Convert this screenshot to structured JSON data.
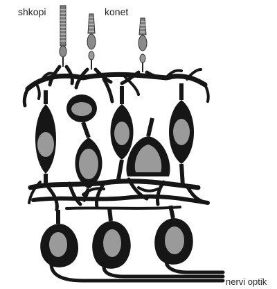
{
  "labels": {
    "rods": "shkopi",
    "cones": "konet",
    "optic_nerve": "nervi optik"
  },
  "colors": {
    "cell_fill": "#161616",
    "nucleus_fill": "#9a9a9a",
    "photoreceptor_fill": "#808080",
    "background": "#ffffff"
  }
}
